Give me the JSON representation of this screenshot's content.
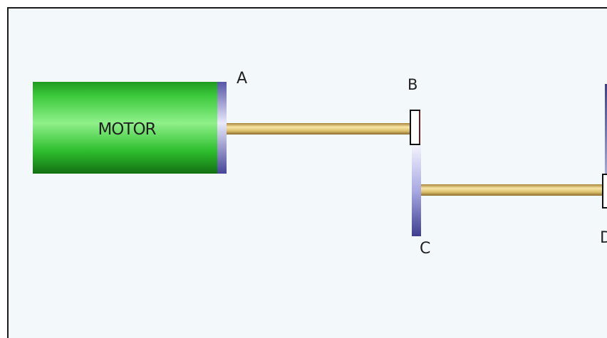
{
  "diagram": {
    "motor_label": "MOTOR",
    "points": {
      "a": "A",
      "b": "B",
      "c": "C",
      "d": "D"
    },
    "colors": {
      "background": "#f3f8fa",
      "motor_green": "#2fbf2f",
      "shaft_gold": "#d9bd6a",
      "gear_lavender": "#8e8ed6"
    }
  }
}
